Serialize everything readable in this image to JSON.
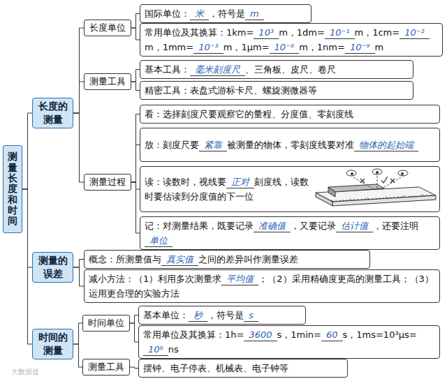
{
  "diagram": {
    "nodes": [
      {
        "text": [
          "测量长度和时间"
        ]
      },
      {
        "text": [
          "长度的测量"
        ]
      },
      {
        "text": [
          "长度单位"
        ]
      },
      {
        "text": [
          "国际单位：",
          "米",
          "，符号是",
          "m"
        ]
      },
      {
        "text": [
          "常用单位及其换算：1km=",
          "10³",
          "m，1dm=",
          "10⁻¹",
          "m，1cm=",
          "10⁻²",
          "m，1mm=",
          "10⁻³",
          "m，1μm=",
          "10⁻⁶",
          "m，1nm=",
          "10⁻⁹",
          "m"
        ]
      },
      {
        "text": [
          "测量工具"
        ]
      },
      {
        "text": [
          "基本工具：",
          "毫米刻度尺",
          "、三角板、皮尺、卷尺"
        ]
      },
      {
        "text": [
          "精密工具：表盘式游标卡尺、螺旋测微器等"
        ]
      },
      {
        "text": [
          "测量过程"
        ]
      },
      {
        "text": [
          "看：选择刻度尺要观察它的量程、分度值、零刻度线"
        ]
      },
      {
        "text": [
          "放：刻度尺要",
          "紧靠",
          "被测量的物体，零刻度线要对准",
          "物体的起始端"
        ]
      },
      {
        "text": [
          "读：读数时，视线要",
          "正对",
          "刻度线，读数时要估读到分度值的下一位"
        ]
      },
      {
        "text": [
          "记：对测量结果，既要记录",
          "准确值",
          "，又要记录",
          "估计值",
          "，还要注明",
          "单位"
        ]
      },
      {
        "text": [
          "测量的误差"
        ]
      },
      {
        "text": [
          "概念：所测量值与",
          "真实值",
          "之间的差异叫作测量误差"
        ]
      },
      {
        "text": [
          "减小方法：（1）利用多次测量求",
          "平均值",
          "；（2）采用精确度更高的测量工具；（3）运用更合理的实验方法"
        ]
      },
      {
        "text": [
          "时间的测量"
        ]
      },
      {
        "text": [
          "时间单位"
        ]
      },
      {
        "text": [
          "基本单位：",
          "秒",
          "，符号是",
          "s"
        ]
      },
      {
        "text": [
          "常用单位及其换算：1h=",
          "3600",
          "s，1min=",
          "60",
          "s，1ms=10³μs=",
          "10⁶",
          "ns"
        ]
      },
      {
        "text": [
          "测量工具"
        ]
      },
      {
        "text": [
          "摆钟、电子停表、机械表、电子钟等"
        ]
      }
    ],
    "edges": [
      {
        "from": 0,
        "to": 1,
        "arrow": "none"
      },
      {
        "from": 0,
        "to": 13,
        "arrow": "none"
      },
      {
        "from": 0,
        "to": 16,
        "arrow": "none"
      },
      {
        "from": 1,
        "to": 2,
        "arrow": "none"
      },
      {
        "from": 1,
        "to": 5,
        "arrow": "none"
      },
      {
        "from": 1,
        "to": 8,
        "arrow": "none"
      },
      {
        "from": 2,
        "to": 3,
        "arrow": "none"
      },
      {
        "from": 2,
        "to": 4,
        "arrow": "none"
      },
      {
        "from": 5,
        "to": 6,
        "arrow": "none"
      },
      {
        "from": 5,
        "to": 7,
        "arrow": "none"
      },
      {
        "from": 8,
        "to": 9,
        "arrow": "none"
      },
      {
        "from": 8,
        "to": 10,
        "arrow": "none"
      },
      {
        "from": 8,
        "to": 11,
        "arrow": "none"
      },
      {
        "from": 8,
        "to": 12,
        "arrow": "none"
      },
      {
        "from": 13,
        "to": 14,
        "arrow": "none"
      },
      {
        "from": 13,
        "to": 15,
        "arrow": "none"
      },
      {
        "from": 16,
        "to": 17,
        "arrow": "none"
      },
      {
        "from": 16,
        "to": 20,
        "arrow": "none"
      },
      {
        "from": 17,
        "to": 18,
        "arrow": "none"
      },
      {
        "from": 17,
        "to": 19,
        "arrow": "none"
      },
      {
        "from": 20,
        "to": 21,
        "arrow": "none"
      }
    ],
    "labels": [
      "大数据提"
    ]
  }
}
